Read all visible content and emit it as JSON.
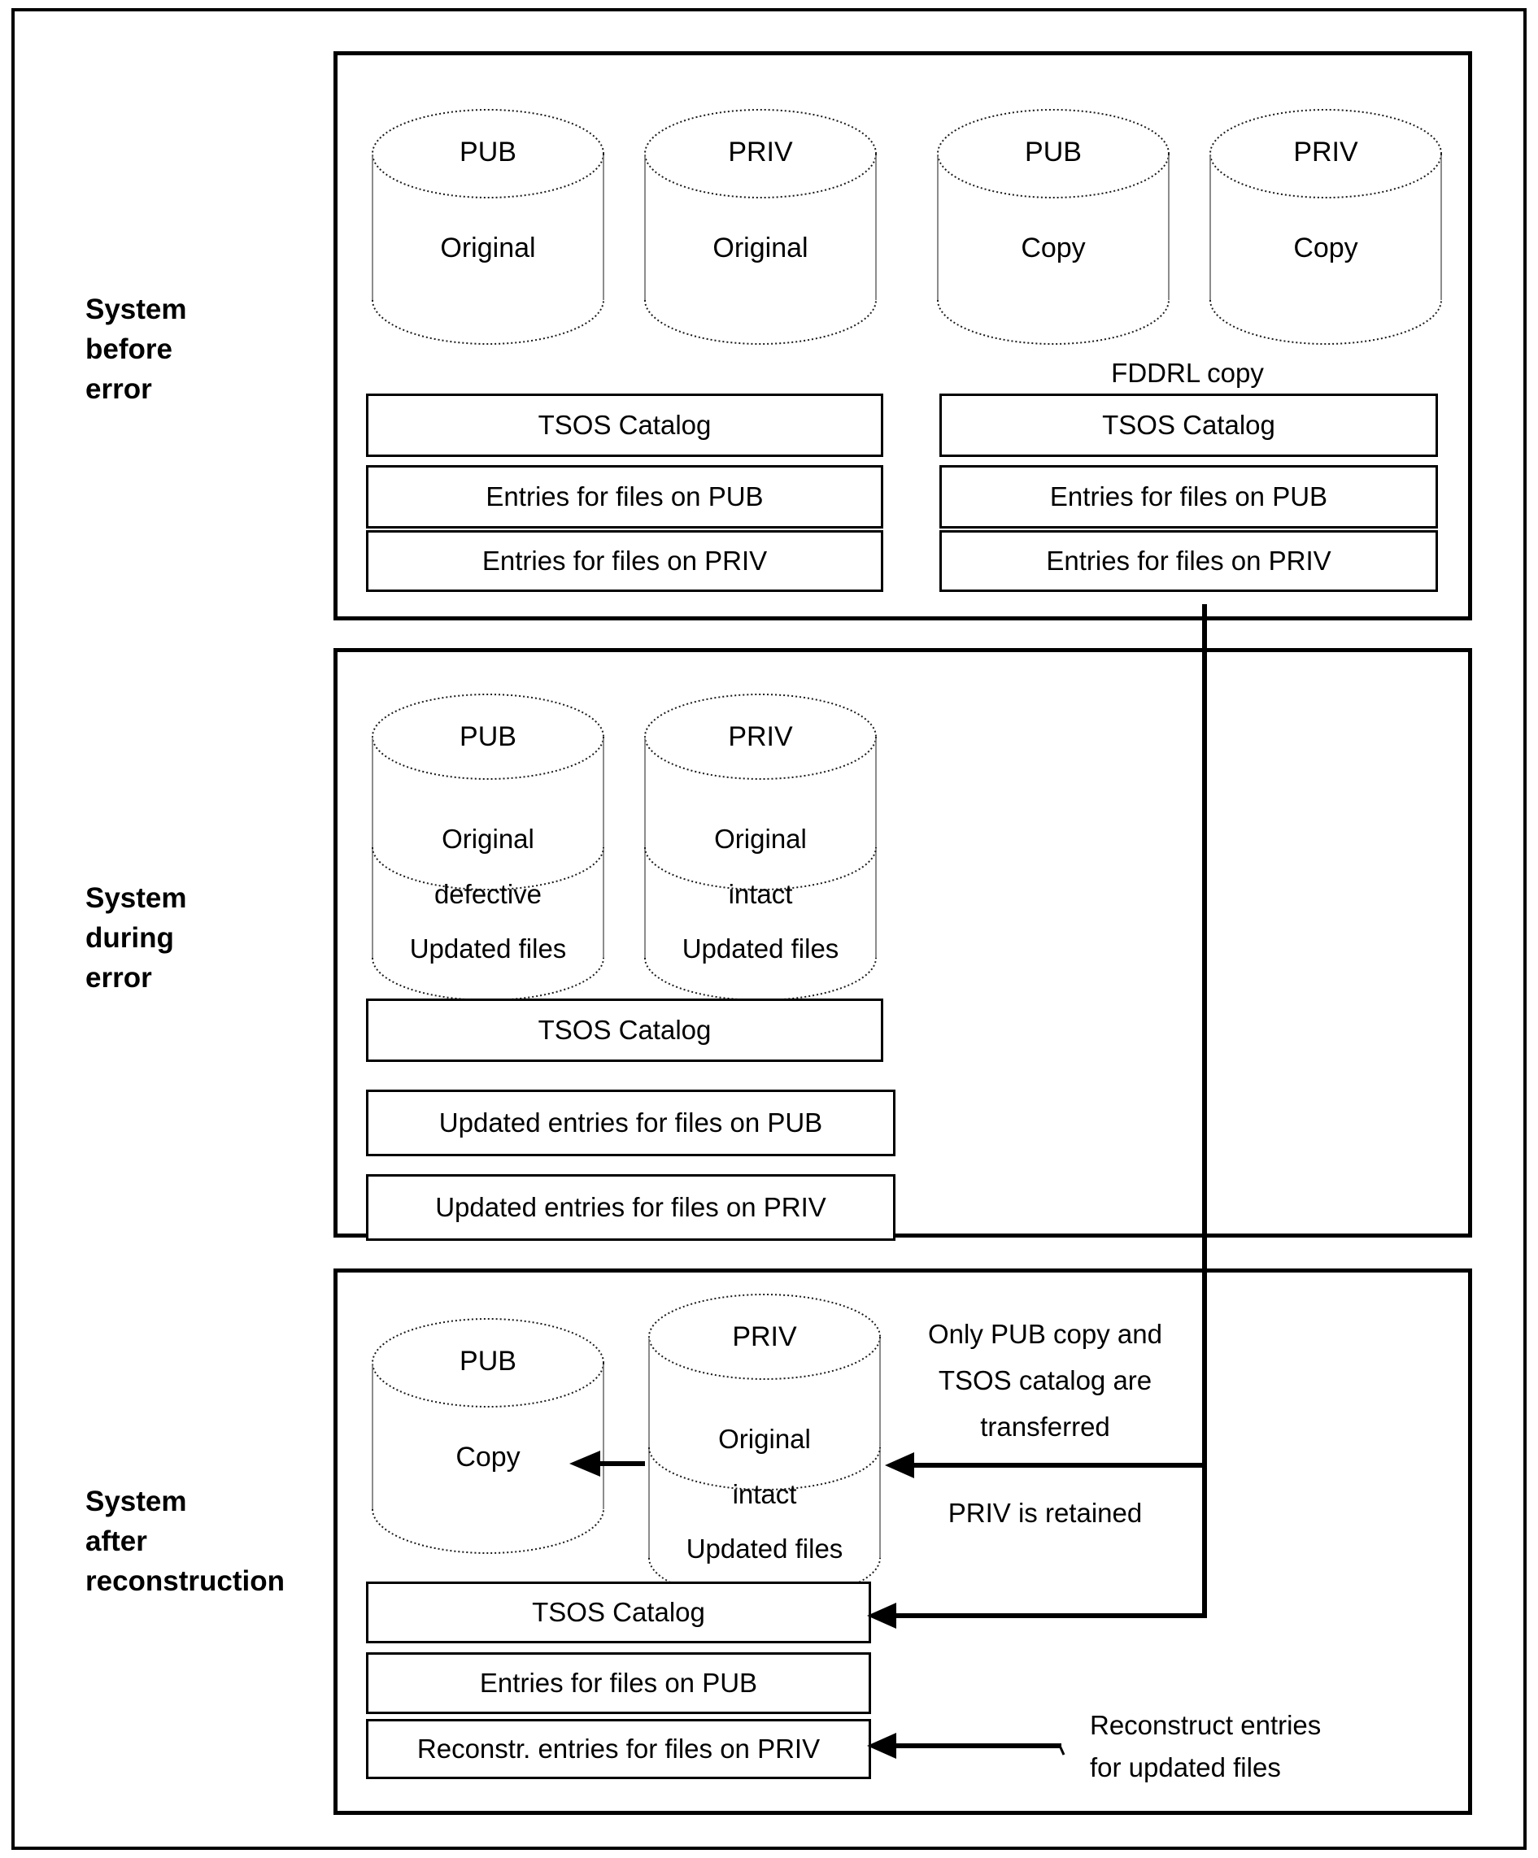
{
  "colors": {
    "ink": "#000000",
    "paper": "#ffffff"
  },
  "before": {
    "row_label": [
      "System",
      "before",
      "error"
    ],
    "cyl": [
      {
        "top": "PUB",
        "body": "Original"
      },
      {
        "top": "PRIV",
        "body": "Original"
      },
      {
        "top": "PUB",
        "body": "Copy"
      },
      {
        "top": "PRIV",
        "body": "Copy"
      }
    ],
    "fddrl": "FDDRL copy",
    "left_boxes": [
      "TSOS Catalog",
      "Entries for files on PUB",
      "Entries for files on PRIV"
    ],
    "right_boxes": [
      "TSOS Catalog",
      "Entries for files on PUB",
      "Entries for files on PRIV"
    ]
  },
  "during": {
    "row_label": [
      "System",
      "during",
      "error"
    ],
    "cyl": [
      {
        "top": "PUB",
        "l1": "Original",
        "l2": "defective",
        "l3": "Updated files"
      },
      {
        "top": "PRIV",
        "l1": "Original",
        "l2": "intact",
        "l3": "Updated files"
      }
    ],
    "boxes": [
      "TSOS Catalog",
      "Updated entries for files on PUB",
      "Updated entries for files on PRIV"
    ]
  },
  "after": {
    "row_label": [
      "System",
      "after",
      "reconstruction"
    ],
    "cyl_pub": {
      "top": "PUB",
      "body": "Copy"
    },
    "cyl_priv": {
      "top": "PRIV",
      "l1": "Original",
      "l2": "intact",
      "l3": "Updated files"
    },
    "boxes": [
      "TSOS Catalog",
      "Entries for files on PUB",
      "Reconstr. entries for files on PRIV"
    ],
    "note_transfer": [
      "Only PUB copy and",
      "TSOS catalog are",
      "transferred"
    ],
    "note_retained": "PRIV is retained",
    "note_reconstruct": [
      "Reconstruct entries",
      "for updated files"
    ]
  }
}
